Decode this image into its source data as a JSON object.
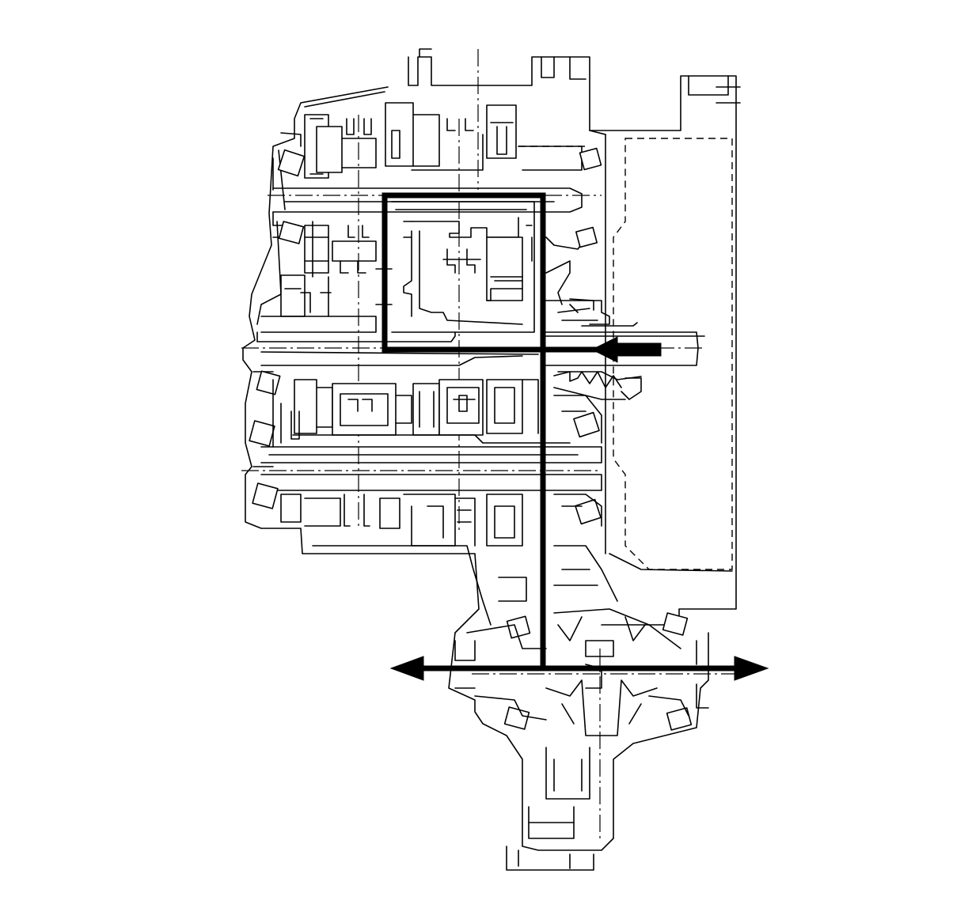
{
  "diagram": {
    "kind": "transaxle cross-section power flow",
    "colors": {
      "line": "#000000",
      "background": "#ffffff"
    },
    "arrows": [
      {
        "id": "input",
        "direction": "left"
      },
      {
        "id": "output-left",
        "direction": "left"
      },
      {
        "id": "output-right",
        "direction": "right"
      }
    ],
    "text_labels": []
  }
}
